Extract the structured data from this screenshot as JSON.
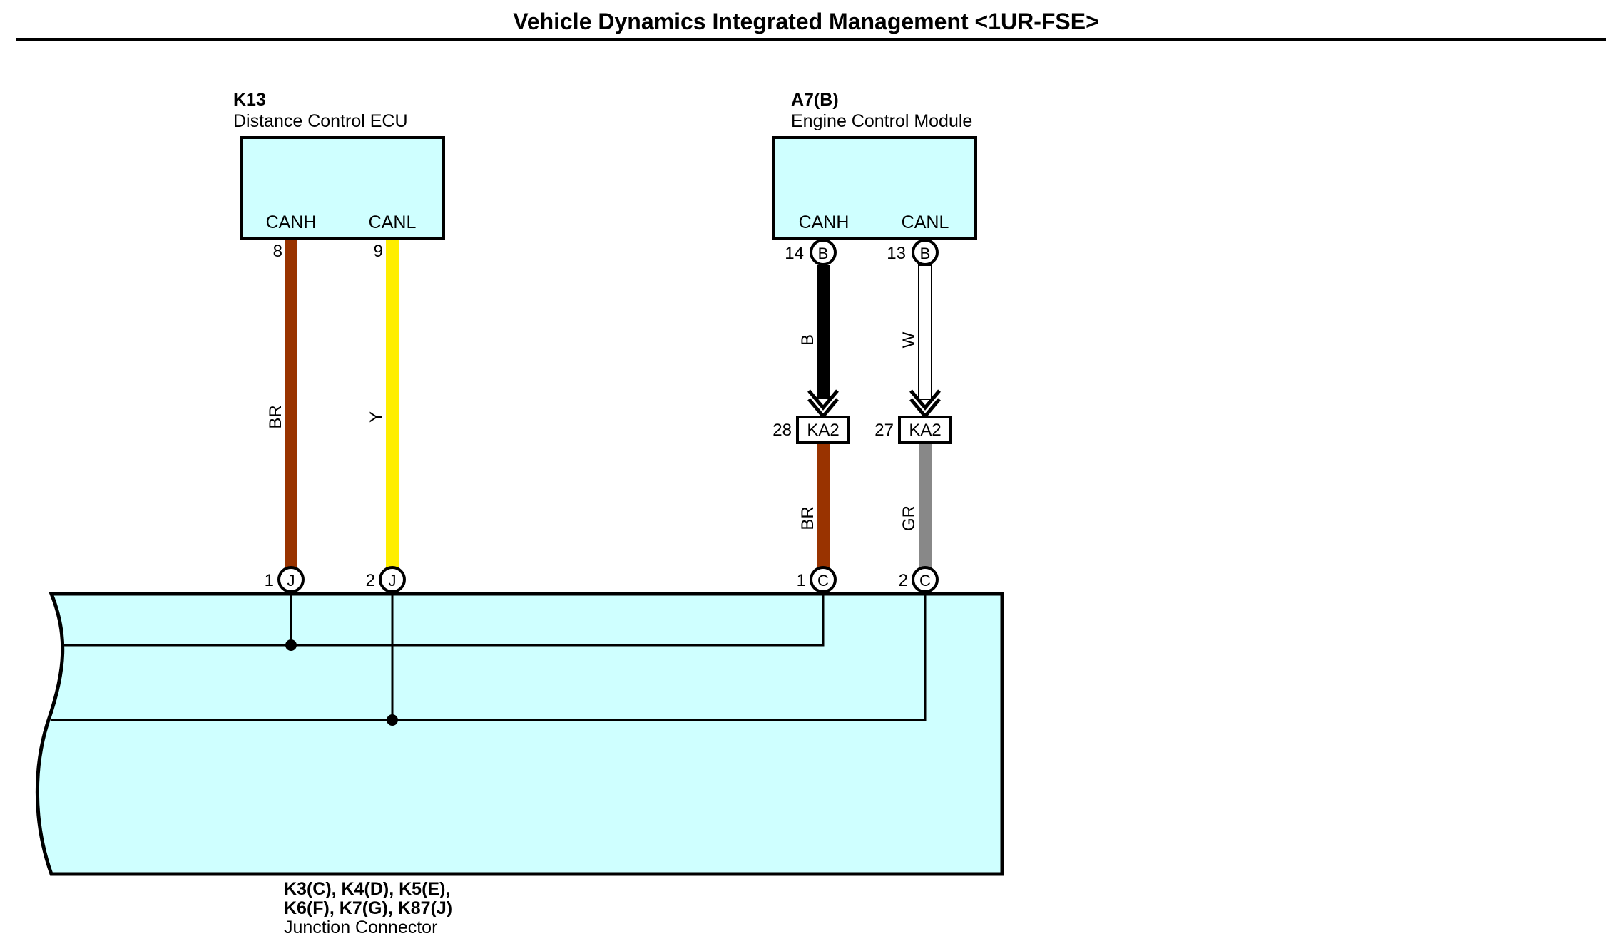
{
  "title": "Vehicle Dynamics Integrated Management <1UR-FSE>",
  "colors": {
    "component_fill": "#cfffff",
    "BR": "#993300",
    "Y": "#ffee00",
    "B": "#000000",
    "W": "#ffffff",
    "GR": "#888888"
  },
  "components": {
    "k13": {
      "code": "K13",
      "name": "Distance Control ECU",
      "pin_a": "CANH",
      "pin_b": "CANL"
    },
    "a7": {
      "code": "A7(B)",
      "name": "Engine Control Module",
      "pin_a": "CANH",
      "pin_b": "CANL"
    },
    "junction": {
      "line1": "K3(C), K4(D), K5(E),",
      "line2": "K6(F), K7(G), K87(J)",
      "name": "Junction Connector"
    }
  },
  "wires": {
    "k13_canh": {
      "top_pin": "8",
      "color_code": "BR",
      "bottom_pin": "1",
      "bottom_conn": "J"
    },
    "k13_canl": {
      "top_pin": "9",
      "color_code": "Y",
      "bottom_pin": "2",
      "bottom_conn": "J"
    },
    "a7_canh": {
      "top_pin": "14",
      "top_conn": "B",
      "upper_color": "B",
      "mid_pin": "28",
      "mid_conn": "KA2",
      "lower_color": "BR",
      "bottom_pin": "1",
      "bottom_conn": "C"
    },
    "a7_canl": {
      "top_pin": "13",
      "top_conn": "B",
      "upper_color": "W",
      "mid_pin": "27",
      "mid_conn": "KA2",
      "lower_color": "GR",
      "bottom_pin": "2",
      "bottom_conn": "C"
    }
  }
}
